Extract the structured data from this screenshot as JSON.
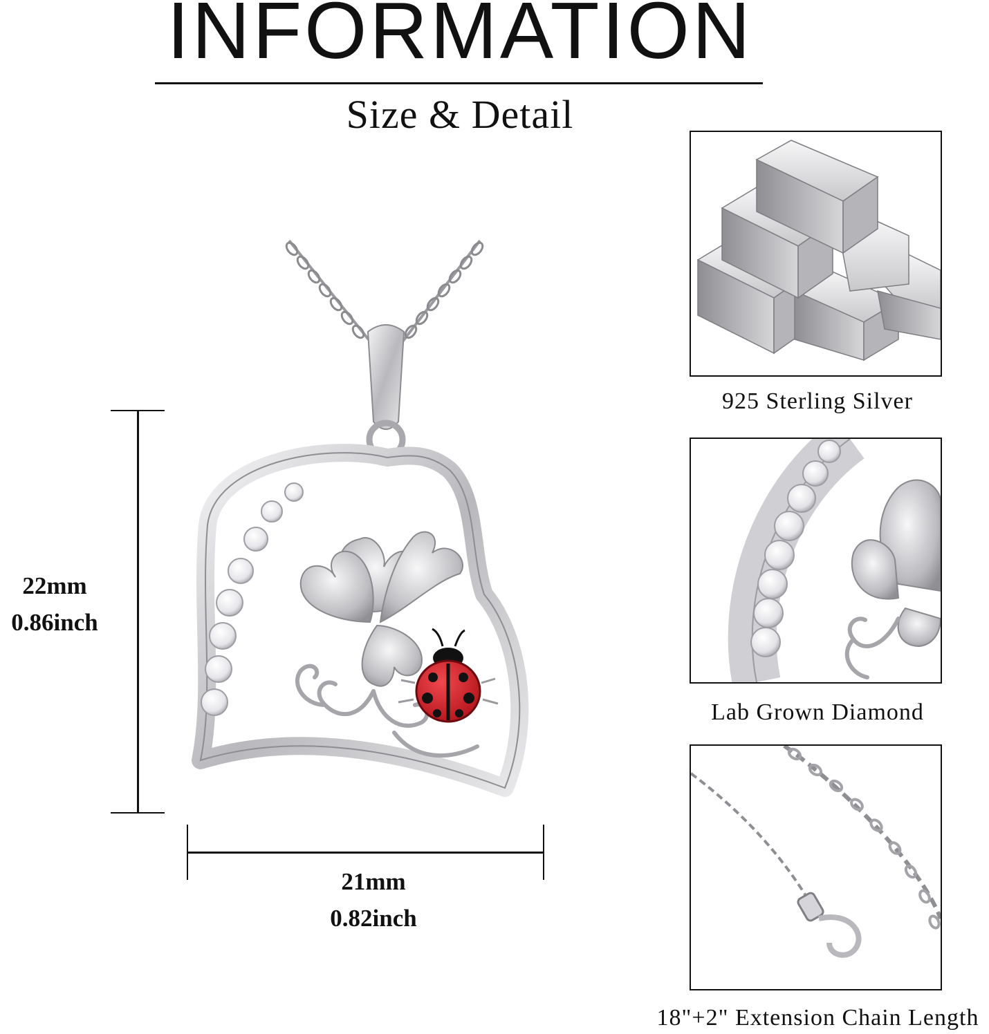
{
  "header": {
    "title": "INFORMATION",
    "subtitle": "Size & Detail"
  },
  "dimensions": {
    "height_mm": "22mm",
    "height_inch": "0.86inch",
    "width_mm": "21mm",
    "width_inch": "0.82inch"
  },
  "details": [
    {
      "caption": "925 Sterling Silver",
      "icon": "silver-bars-icon"
    },
    {
      "caption": "Lab Grown Diamond",
      "icon": "diamond-closeup-icon"
    },
    {
      "caption": "18\"+2\" Extension Chain Length",
      "icon": "chain-closeup-icon"
    }
  ],
  "colors": {
    "ladybug_red": "#d81f26",
    "silver": "#c9c9cc",
    "text": "#111111"
  }
}
